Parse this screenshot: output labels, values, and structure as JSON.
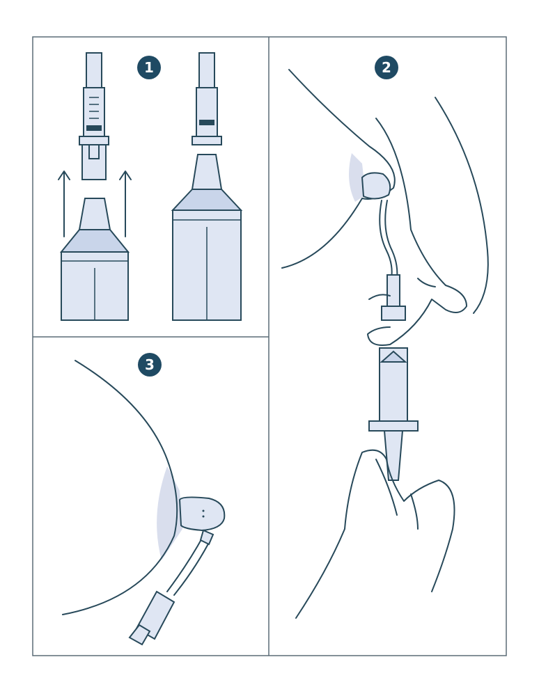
{
  "steps": [
    {
      "number": "1"
    },
    {
      "number": "2"
    },
    {
      "number": "3"
    }
  ],
  "colors": {
    "line": "#27495a",
    "fill": "#dfe6f3",
    "badge": "#1f4a63"
  }
}
